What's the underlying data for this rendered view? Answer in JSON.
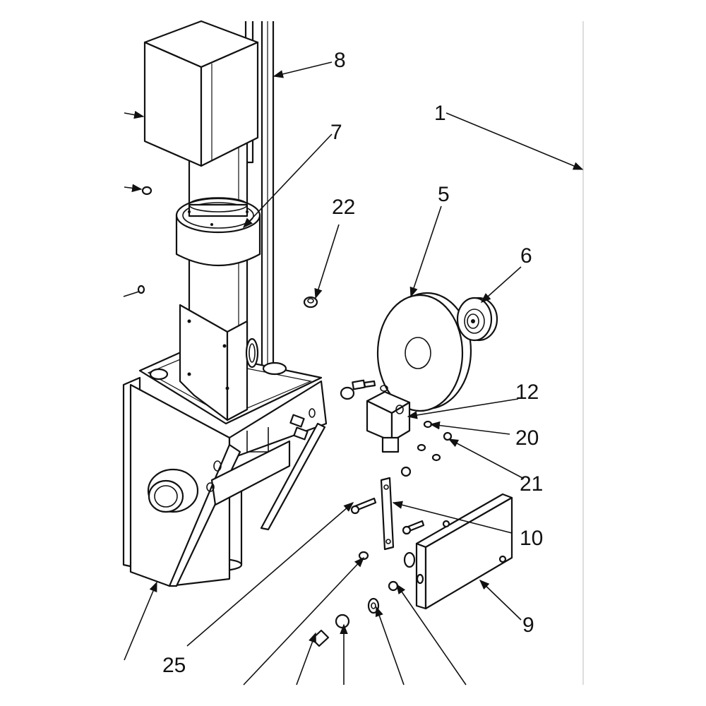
{
  "callouts": {
    "c1": "1",
    "c5": "5",
    "c6": "6",
    "c7": "7",
    "c8": "8",
    "c9": "9",
    "c10": "10",
    "c12": "12",
    "c20": "20",
    "c21": "21",
    "c22": "22",
    "c25": "25"
  },
  "colors": {
    "line": "#111111",
    "background": "#ffffff"
  }
}
